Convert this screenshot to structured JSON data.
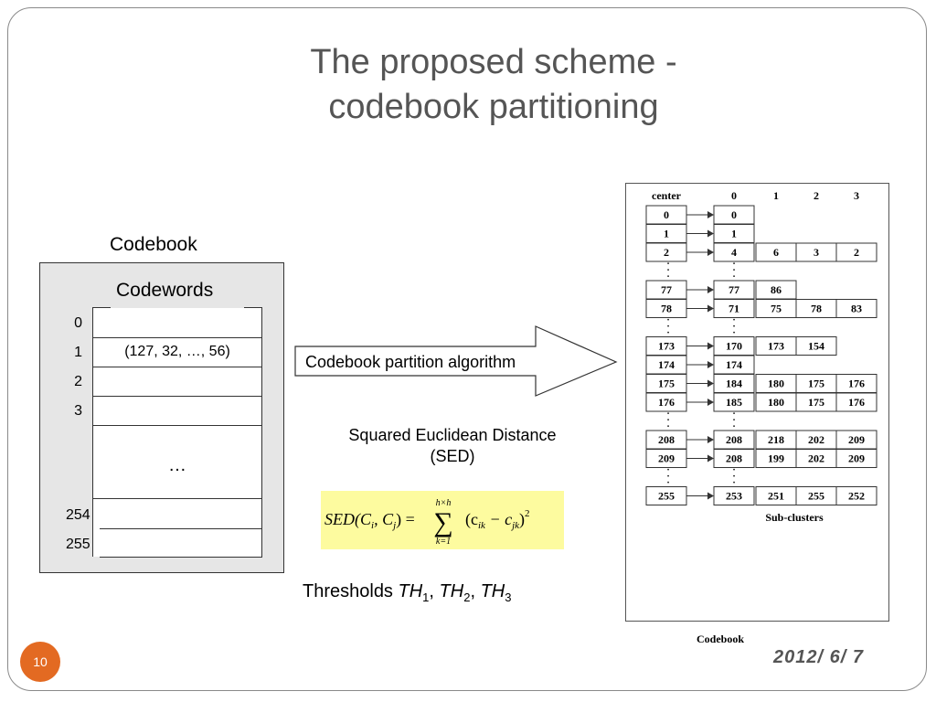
{
  "slide": {
    "title_line1": "The proposed scheme -",
    "title_line2": "codebook partitioning",
    "page_number": "10",
    "date": "2012/ 6/ 7"
  },
  "codebook_panel": {
    "label": "Codebook",
    "header": "Codewords",
    "rows": [
      {
        "index": "0",
        "value": ""
      },
      {
        "index": "1",
        "value": "(127, 32, …, 56)"
      },
      {
        "index": "2",
        "value": ""
      },
      {
        "index": "3",
        "value": ""
      },
      {
        "index": "254",
        "value": ""
      },
      {
        "index": "255",
        "value": ""
      }
    ],
    "ellipsis": "…"
  },
  "process_arrow": {
    "label": "Codebook partition algorithm"
  },
  "distance": {
    "label_line1": "Squared Euclidean Distance",
    "label_line2": "(SED)",
    "formula_lhs": "SED(C",
    "formula_i": "i",
    "formula_mid": ", C",
    "formula_j": "j",
    "formula_close": ") =",
    "sum_symbol": "∑",
    "sum_upper": "h×h",
    "sum_lower": "k=1",
    "term_open": "(c",
    "term_ik": "ik",
    "term_minus": " − c",
    "term_jk": "jk",
    "term_close": ")",
    "exponent": "2",
    "bg_color": "#fdfb9f"
  },
  "thresholds": {
    "label": "Thresholds ",
    "th": "TH",
    "sub1": "1",
    "sub2": "2",
    "sub3": "3",
    "sep": ", "
  },
  "partition_table": {
    "headers": [
      "center",
      "0",
      "1",
      "2",
      "3"
    ],
    "rows": [
      {
        "center": "0",
        "values": [
          "0"
        ]
      },
      {
        "center": "1",
        "values": [
          "1"
        ]
      },
      {
        "center": "2",
        "values": [
          "4",
          "6",
          "3",
          "2"
        ]
      },
      {
        "center": "·",
        "dots": true
      },
      {
        "center": "77",
        "values": [
          "77",
          "86"
        ]
      },
      {
        "center": "78",
        "values": [
          "71",
          "75",
          "78",
          "83"
        ]
      },
      {
        "center": "·",
        "dots": true
      },
      {
        "center": "173",
        "values": [
          "170",
          "173",
          "154"
        ]
      },
      {
        "center": "174",
        "values": [
          "174"
        ]
      },
      {
        "center": "175",
        "values": [
          "184",
          "180",
          "175",
          "176"
        ]
      },
      {
        "center": "176",
        "values": [
          "185",
          "180",
          "175",
          "176"
        ]
      },
      {
        "center": "·",
        "dots": true
      },
      {
        "center": "208",
        "values": [
          "208",
          "218",
          "202",
          "209"
        ]
      },
      {
        "center": "209",
        "values": [
          "208",
          "199",
          "202",
          "209"
        ]
      },
      {
        "center": "·",
        "dots": true
      },
      {
        "center": "255",
        "values": [
          "253",
          "251",
          "255",
          "252"
        ]
      }
    ],
    "dot_glyph": "·",
    "footer": "Sub-clusters",
    "caption": "Codebook"
  }
}
